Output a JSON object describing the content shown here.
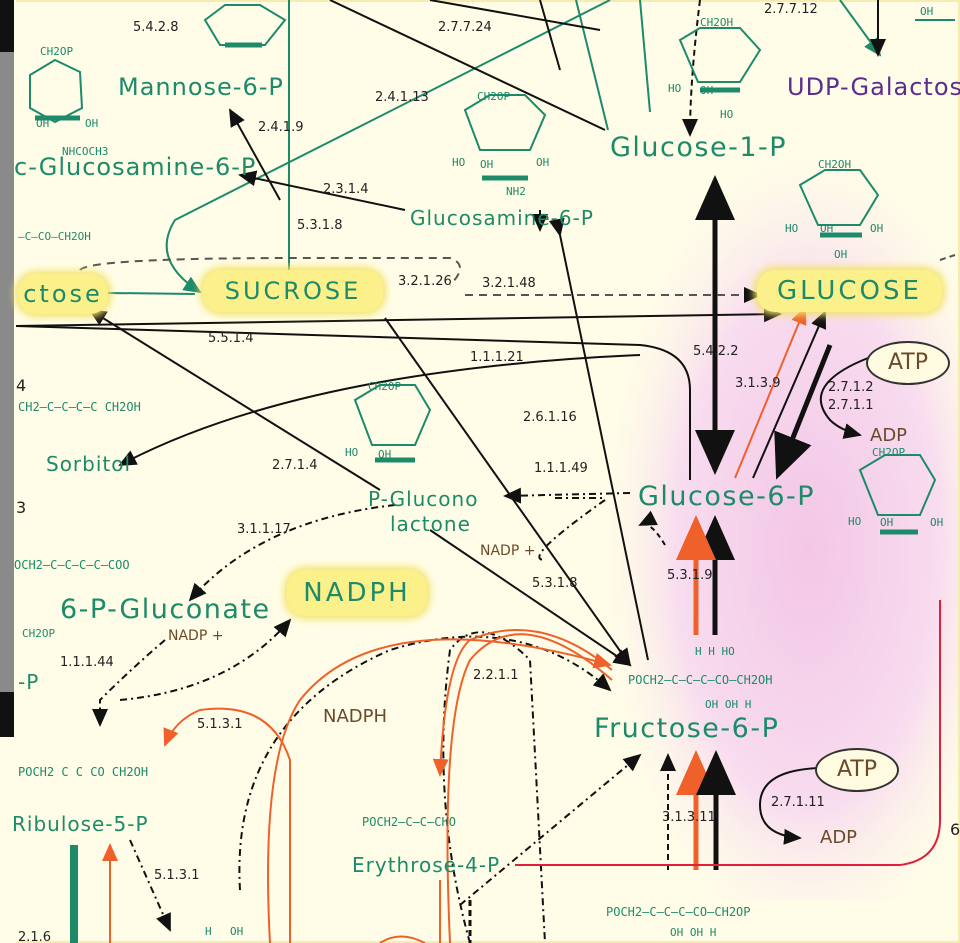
{
  "colors": {
    "background": "#fffde8",
    "metabolite": "#1d8a6a",
    "pill": "#fbf08a",
    "red_arrow": "#f0602a",
    "pink_region": "#f6d6ee",
    "udp_text": "#5b2d8e",
    "cofactor": "#6b4a2a"
  },
  "pills": {
    "lactose": "ctose",
    "sucrose": "SUCROSE",
    "glucose": "GLUCOSE",
    "nadph": "NADPH"
  },
  "metabolites": {
    "mannose6p": "Mannose-6-P",
    "nacetylglucosamine6p": "c-Glucosamine-6-P",
    "glucose1p": "Glucose-1-P",
    "udpgalactose": "UDP-Galactose",
    "glucosamine6p": "Glucosamine-6-P",
    "sorbitol": "Sorbitol",
    "glucono_lactone_1": "P-Glucono",
    "glucono_lactone_2": "lactone",
    "glucose6p": "Glucose-6-P",
    "gluconate6p": "6-P-Gluconate",
    "fructose6p": "Fructose-6-P",
    "ribulose5p": "Ribulose-5-P",
    "erythrose4p": "Erythrose-4-P",
    "fragment_p": "-P"
  },
  "enzymes": [
    "5.4.2.8",
    "2.7.7.24",
    "2.7.7.12",
    "2.4.1.13",
    "2.4.1.9",
    "2.3.1.4",
    "5.3.1.8",
    "3.2.1.26",
    "3.2.1.48",
    "5.5.1.4",
    "1.1.1.21",
    "5.4.2.2",
    "3.1.3.9",
    "2.7.1.2",
    "2.7.1.1",
    "2.6.1.16",
    "2.7.1.4",
    "1.1.1.49",
    "3.1.1.17",
    "5.3.1.8",
    "5.3.1.9",
    "1.1.1.44",
    "2.2.1.1",
    "5.1.3.1",
    "2.7.1.11",
    "3.1.3.11",
    "5.1.3.1"
  ],
  "cofactors": {
    "atp_top": "ATP",
    "adp_top": "ADP",
    "nadp_1": "NADP +",
    "nadp_2": "NADP +",
    "nadph_plain": "NADPH",
    "atp_bottom": "ATP",
    "adp_bottom": "ADP"
  },
  "chem": {
    "ch2op": "CH2OP",
    "ch2oh": "CH2OH",
    "oh": "OH",
    "ho": "HO",
    "nh2": "NH2",
    "nhcoch3": "NHCOCH3",
    "sorbitol_formula": "CH2—C—C—C—C CH2OH",
    "fructose_formula": "POCH2—C—C—C—CO—CH2OH",
    "gluconate_formula": "OCH2—C—C—C—C—COO",
    "ribulose_formula": "POCH2  C  C  CO  CH2OH",
    "erythrose_formula": "POCH2—C—C—CHO",
    "fbp_formula": "POCH2—C—C—C—CO—CH2OP",
    "lactose_formula": "—C—CO—CH2OH",
    "h_ho": "H   H   HO",
    "oh_oh_h": "OH OH  H"
  },
  "fragments": {
    "frag_4": "4",
    "frag_3": "3",
    "frag_6": "6",
    "frag_216": "2.1.6",
    "frag_oh": "OH",
    "frag_h": "H"
  }
}
